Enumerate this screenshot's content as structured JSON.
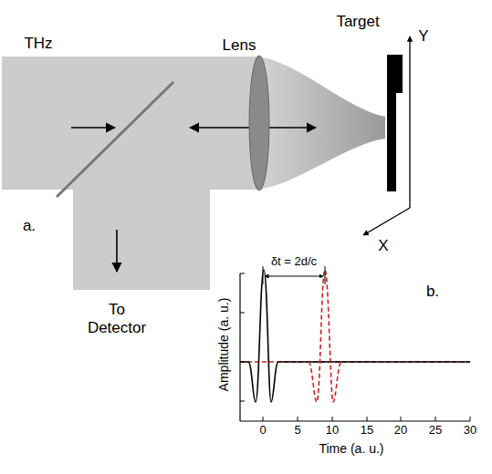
{
  "diagram": {
    "labels": [
      "THz",
      "Lens",
      "Target",
      "Y",
      "X",
      "a.",
      "To Detector",
      "δt = 2d/c",
      "b.",
      "Amplitude (a. u.)",
      "0",
      "5",
      "10",
      "15",
      "20",
      "25",
      "30",
      "Time (a. u.)"
    ]
  }
}
